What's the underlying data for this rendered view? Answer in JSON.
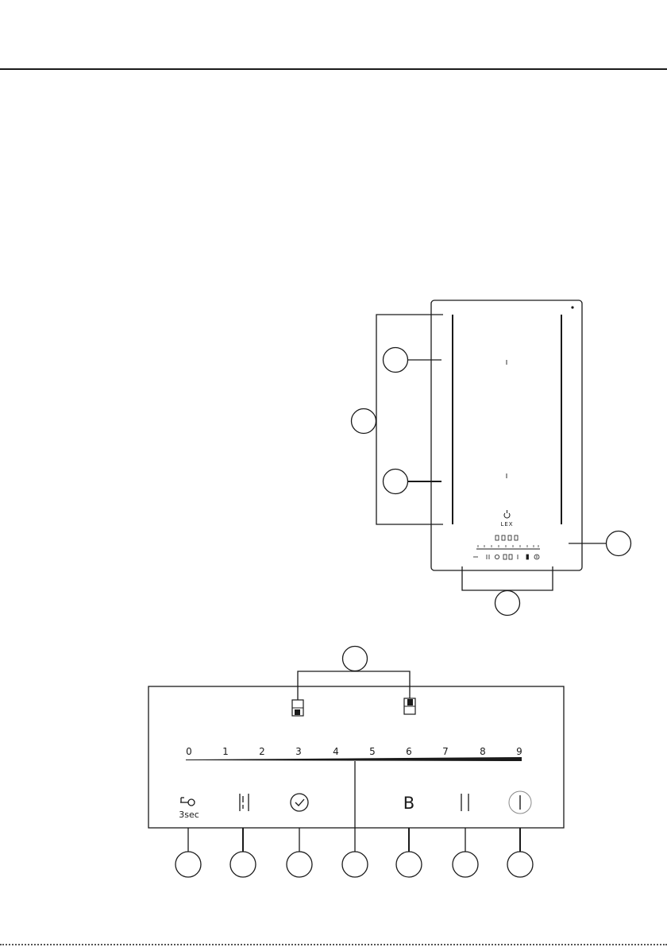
{
  "diagram": {
    "cooktop": {
      "brand": "LEX",
      "mini_scale_marks": [
        "0",
        "1",
        "2",
        "3",
        "4",
        "5",
        "6",
        "7",
        "8",
        "9"
      ]
    },
    "control_panel": {
      "scale_digits": [
        "0",
        "1",
        "2",
        "3",
        "4",
        "5",
        "6",
        "7",
        "8",
        "9"
      ],
      "lock_duration": "3sec",
      "boost_label": "B"
    }
  }
}
